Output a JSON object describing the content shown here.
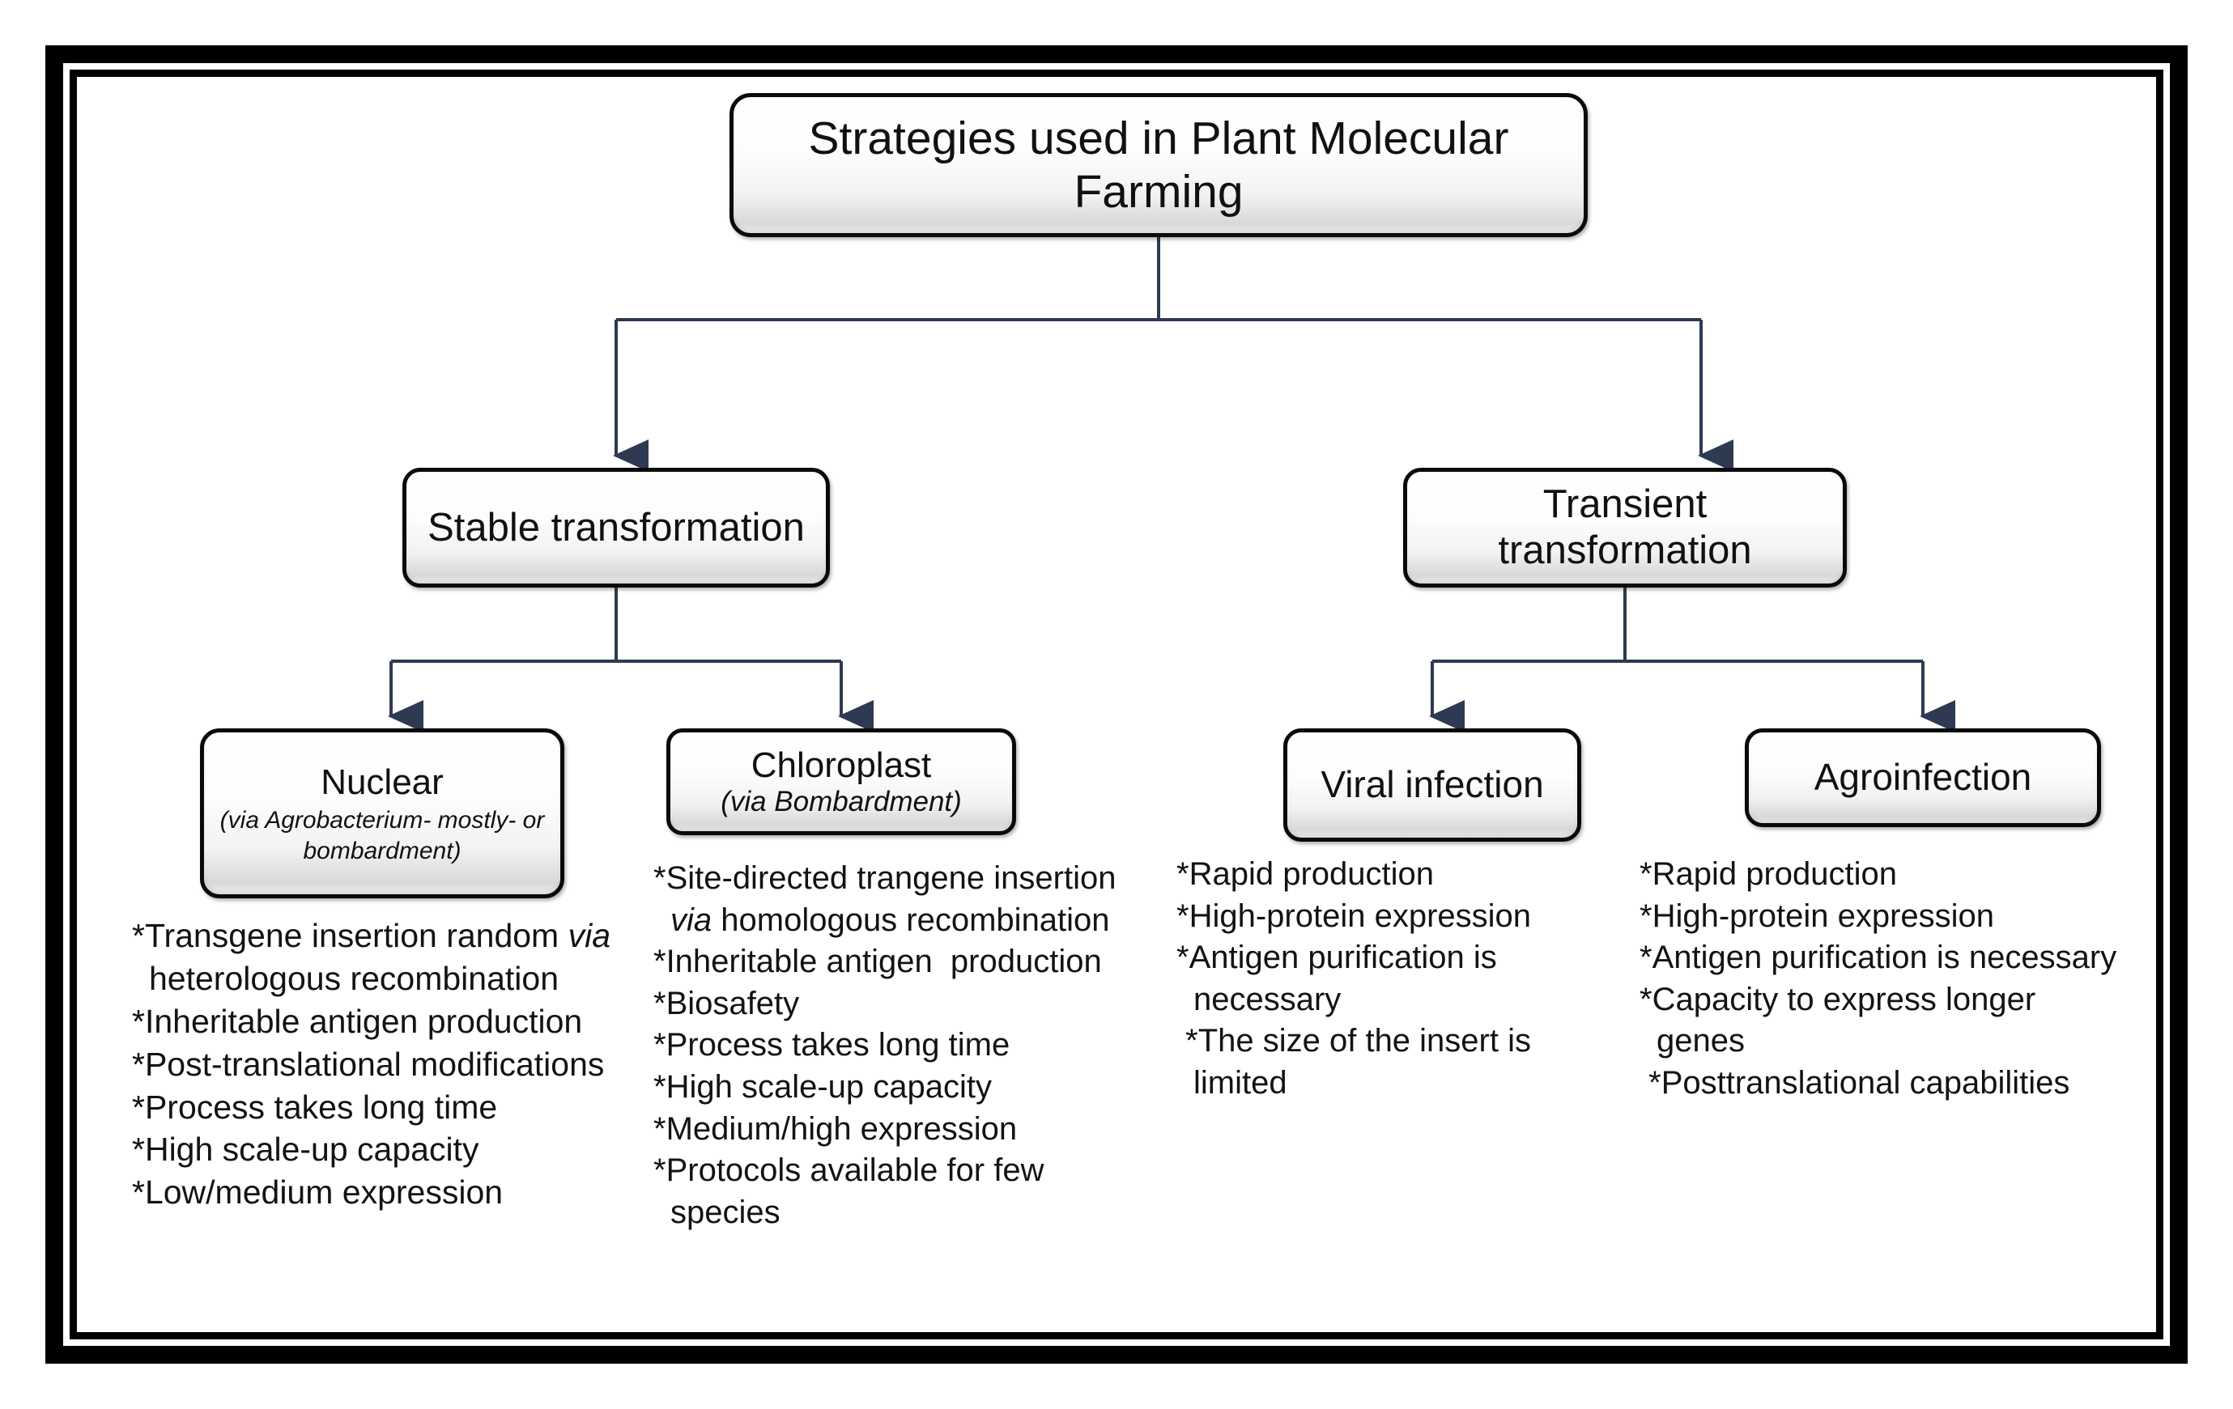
{
  "diagram": {
    "title": "Strategies used in Plant Molecular Farming",
    "root": {
      "label": "Strategies used in Plant Molecular Farming"
    },
    "level2": [
      {
        "id": "stable",
        "label": "Stable transformation"
      },
      {
        "id": "transient",
        "label": "Transient transformation"
      }
    ],
    "level3": [
      {
        "id": "nuclear",
        "head": "Nuclear ",
        "paren_italic": "(via Agrobacterium- mostly- or bombardment)",
        "parent": "stable"
      },
      {
        "id": "chloroplast",
        "head": "Chloroplast",
        "paren_italic": "(via Bombardment)",
        "parent": "stable"
      },
      {
        "id": "viral",
        "head": "Viral infection",
        "parent": "transient"
      },
      {
        "id": "agroinfection",
        "head": "Agroinfection",
        "parent": "transient"
      }
    ],
    "bullets": {
      "nuclear": [
        "*Transgene insertion random via heterologous recombination",
        "*Inheritable antigen production",
        "*Post-translational modifications",
        "*Process takes long time",
        "*High scale-up capacity",
        "*Low/medium expression"
      ],
      "chloroplast": [
        "*Site-directed trangene insertion via homologous recombination",
        "*Inheritable antigen  production",
        "*Biosafety",
        "*Process takes long time",
        "*High scale-up capacity",
        "*Medium/high expression",
        "*Protocols available for few species"
      ],
      "viral": [
        "*Rapid production",
        "*High-protein expression",
        "*Antigen purification is necessary",
        " *The size of the insert is limited"
      ],
      "agroinfection": [
        "*Rapid production",
        "*High-protein expression",
        "*Antigen purification is necessary",
        "*Capacity to express longer genes",
        " *Posttranslational capabilities"
      ]
    },
    "colors": {
      "connector": "#2e3a52",
      "box_border": "#0a0a0a",
      "frame": "#000000",
      "text": "#131313",
      "background": "#ffffff"
    },
    "italic_terms": [
      "via",
      "Agrobacterium",
      "Bombardment"
    ]
  }
}
